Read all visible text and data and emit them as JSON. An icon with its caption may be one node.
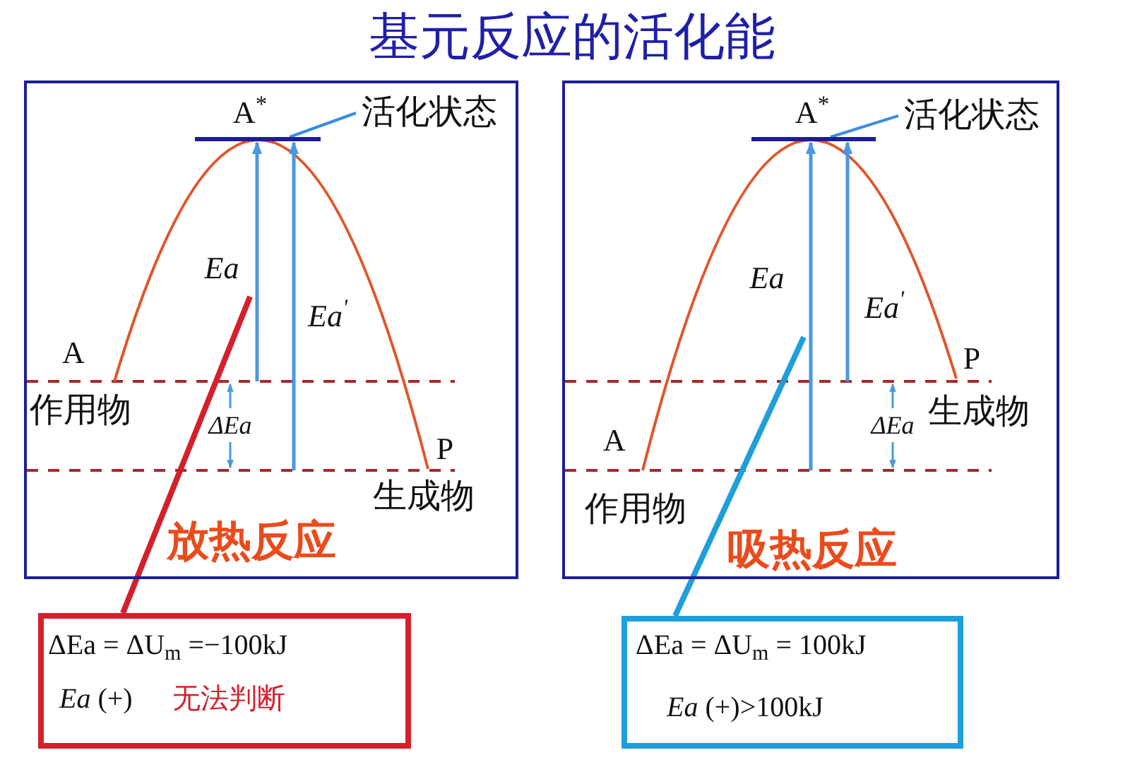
{
  "diagram": {
    "title": "基元反应的活化能",
    "nodes": [
      {
        "text": [
          "放热反应"
        ]
      },
      {
        "text": [
          "活化状态"
        ],
        "in": 0
      },
      {
        "text": [],
        "shape": "bar",
        "in": 0,
        "beside": [
          "A$^{*}$"
        ]
      },
      {
        "text": [],
        "shape": "arrow",
        "in": 0,
        "beside": [
          "Ea"
        ]
      },
      {
        "text": [
          "吸热反应"
        ]
      },
      {
        "text": [
          "活化状态"
        ],
        "in": 4
      },
      {
        "text": [],
        "shape": "bar",
        "in": 4,
        "beside": [
          "A$^{*}$"
        ]
      },
      {
        "text": [],
        "shape": "arrow",
        "in": 4,
        "beside": [
          "Ea"
        ]
      },
      {
        "text": [
          "ΔEa = ΔU$_{m}$ =−100kJ",
          "*Ea* (+)",
          "无法判断"
        ]
      },
      {
        "text": [
          "ΔEa = ΔU$_{m}$ = 100kJ",
          "*Ea* (+)>100kJ"
        ]
      }
    ],
    "edges": [
      {
        "from": 1,
        "to": 2,
        "arrow": "none",
        "color": "#3b8de0"
      },
      {
        "from": 5,
        "to": 6,
        "arrow": "none",
        "color": "#3b8de0"
      },
      {
        "from": 8,
        "to": 3,
        "arrow": "none",
        "style": "thick",
        "color": "#d4202c"
      },
      {
        "from": 9,
        "to": 7,
        "arrow": "none",
        "style": "thick",
        "color": "#1e9fdc"
      }
    ],
    "labels": [
      "Ea$^{'}$",
      "A",
      "作用物",
      "ΔEa",
      "P",
      "生成物",
      "Ea$^{'}$",
      "P",
      "生成物",
      "ΔEa",
      "A",
      "作用物"
    ]
  }
}
